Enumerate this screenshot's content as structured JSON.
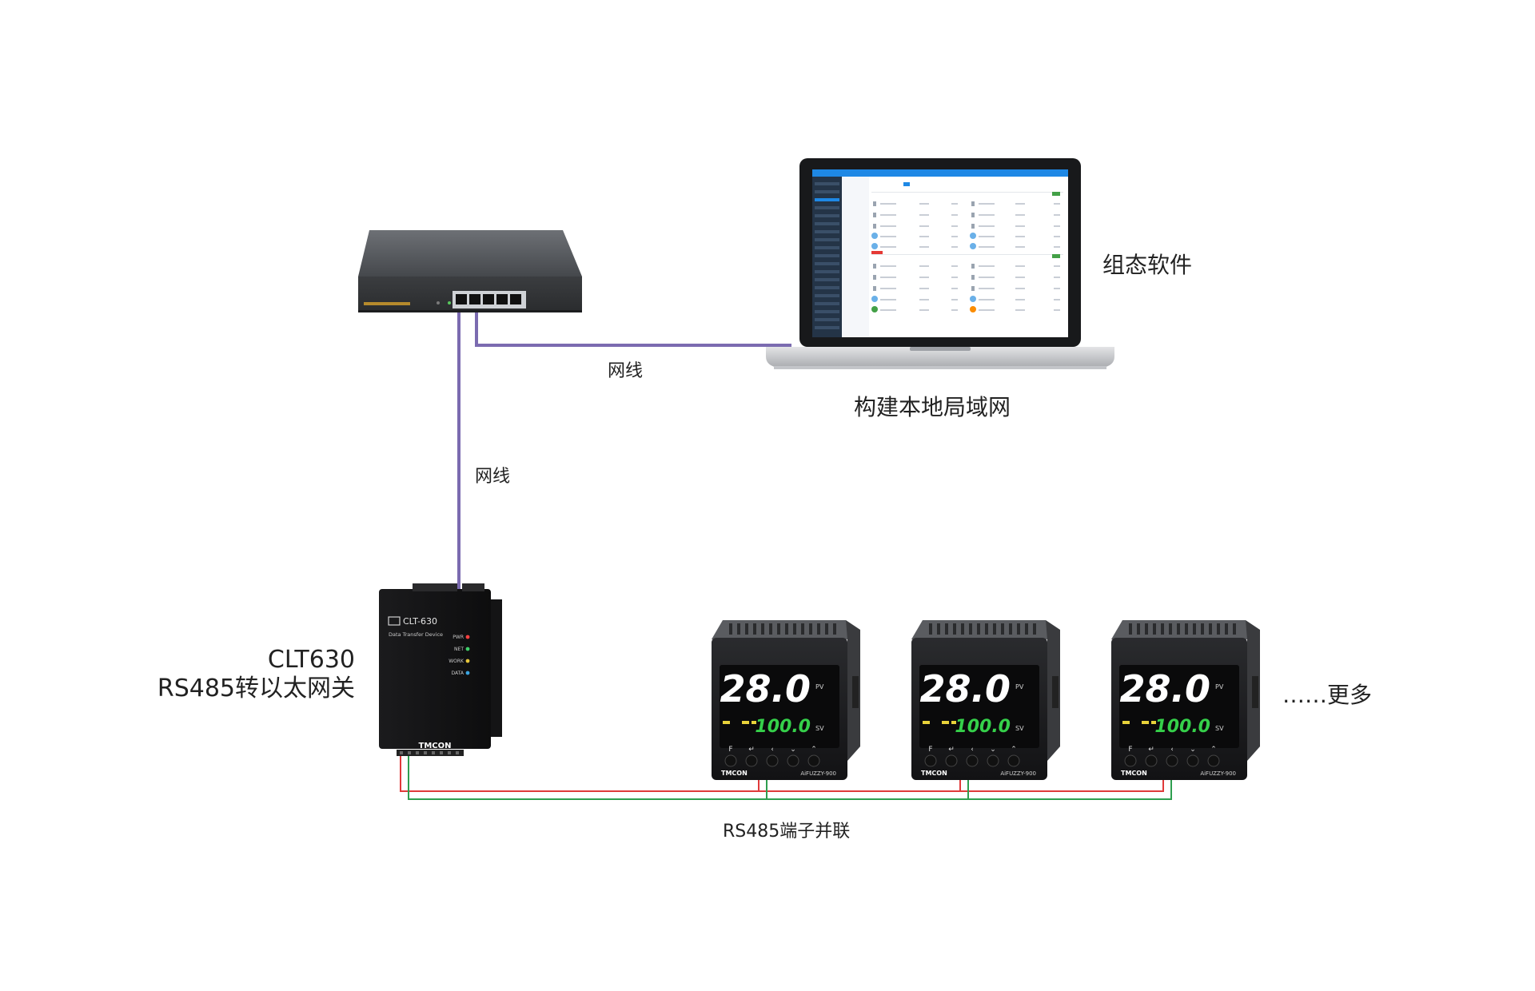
{
  "labels": {
    "cable_vertical": "网线",
    "cable_horizontal": "网线",
    "software": "组态软件",
    "lan": "构建本地局域网",
    "gateway_model": "CLT630",
    "gateway_desc": "RS485转以太网关",
    "bus": "RS485端子并联",
    "more": "……更多"
  },
  "gateway": {
    "model": "CLT-630",
    "subtitle": "Data Transfer Device",
    "leds": [
      "PWR",
      "NET",
      "WORK",
      "DATA"
    ],
    "brand": "TMCON"
  },
  "controllers": [
    {
      "pv": "28.0",
      "sv": "100.0",
      "pv_unit": "PV",
      "sv_unit": "SV",
      "brand": "TMCON",
      "model": "AiFUZZY-900"
    },
    {
      "pv": "28.0",
      "sv": "100.0",
      "pv_unit": "PV",
      "sv_unit": "SV",
      "brand": "TMCON",
      "model": "AiFUZZY-900"
    },
    {
      "pv": "28.0",
      "sv": "100.0",
      "pv_unit": "PV",
      "sv_unit": "SV",
      "brand": "TMCON",
      "model": "AiFUZZY-900"
    }
  ],
  "colors": {
    "ethernet_cable": "#7b6bb0",
    "rs485_red": "#e03a3a",
    "rs485_green": "#2e9e4f",
    "pv_digits": "#ffffff",
    "sv_digits": "#35d04a",
    "software_accent": "#1e88e5"
  }
}
